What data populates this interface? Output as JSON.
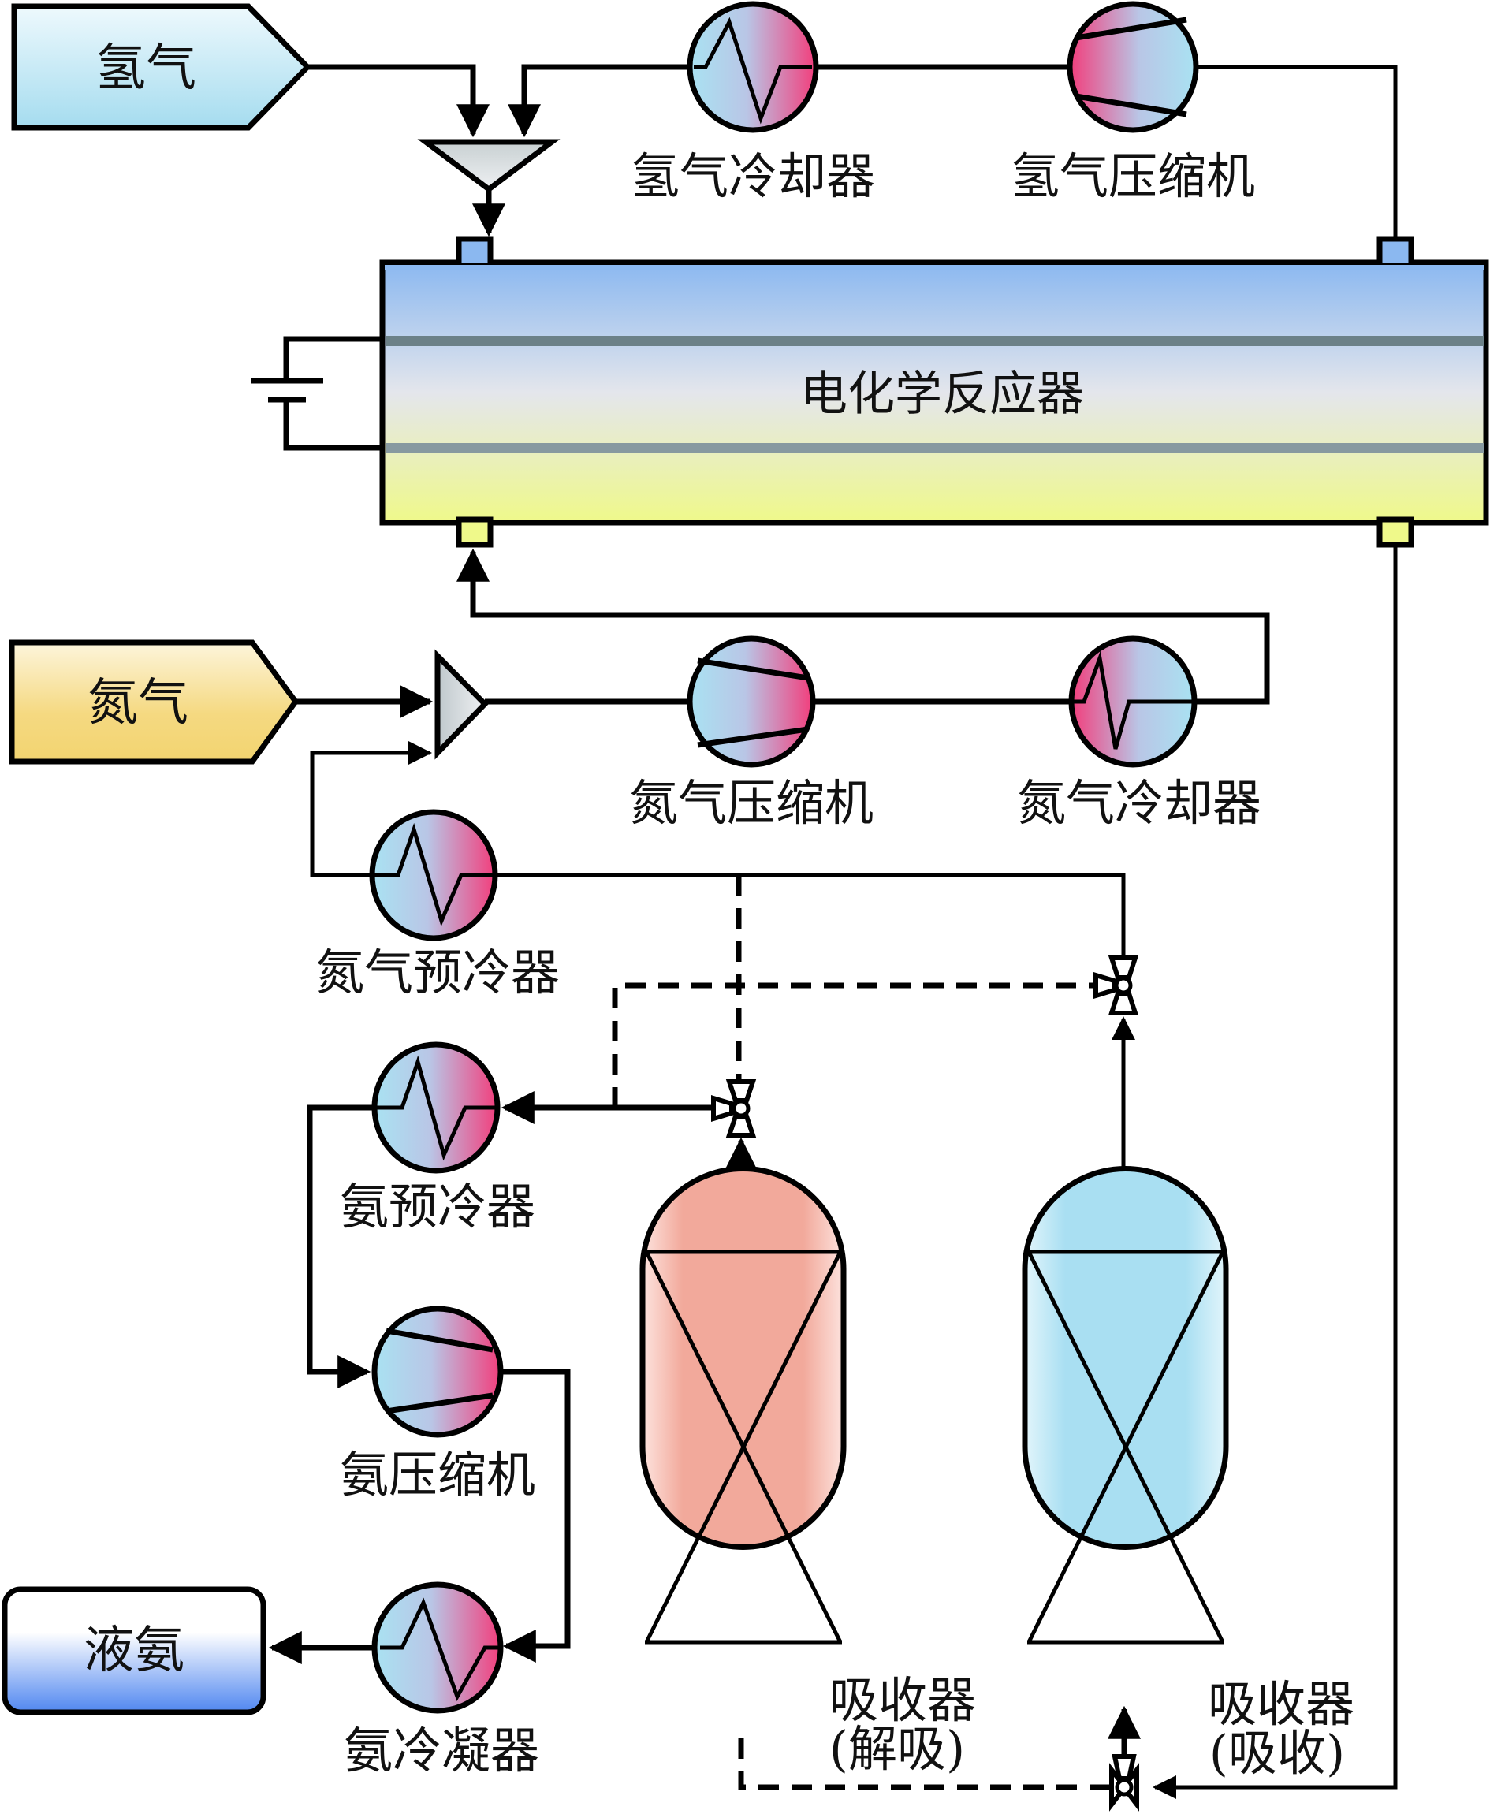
{
  "title": "电化学合成氨工艺流程",
  "sources": {
    "hydrogen": {
      "label": "氢气",
      "color": "#a9def0"
    },
    "nitrogen": {
      "label": "氮气",
      "color": "#f4d67a"
    }
  },
  "product": {
    "label": "液氨",
    "color": "#5b8ff0"
  },
  "reactor": {
    "label": "电化学反应器",
    "top_color": "#8fbaf0",
    "bottom_color": "#eef78e",
    "membrane_color": "#6f858c"
  },
  "equipment": {
    "h2_cooler": {
      "label": "氢气冷却器",
      "type": "heat-exchanger"
    },
    "h2_compressor": {
      "label": "氢气压缩机",
      "type": "compressor"
    },
    "n2_compressor": {
      "label": "氮气压缩机",
      "type": "compressor"
    },
    "n2_cooler": {
      "label": "氮气冷却器",
      "type": "heat-exchanger"
    },
    "n2_precooler": {
      "label": "氮气预冷器",
      "type": "heat-exchanger"
    },
    "nh3_precooler": {
      "label": "氨预冷器",
      "type": "heat-exchanger"
    },
    "nh3_compressor": {
      "label": "氨压缩机",
      "type": "compressor"
    },
    "nh3_condenser": {
      "label": "氨冷凝器",
      "type": "heat-exchanger"
    }
  },
  "absorbers": {
    "desorbing": {
      "label_line1": "吸收器",
      "label_line2": "(解吸)",
      "color": "#f2aa9c"
    },
    "absorbing": {
      "label_line1": "吸收器",
      "label_line2": "(吸收)",
      "color": "#ade2f2"
    }
  },
  "colors": {
    "hot": "#f0447e",
    "cold": "#a9e2f2",
    "line": "#000000"
  }
}
